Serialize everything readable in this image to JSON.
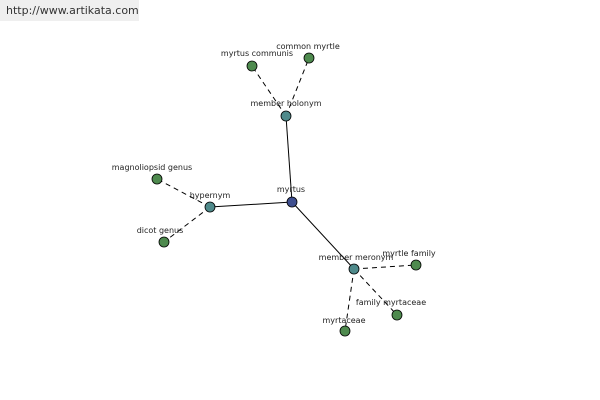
{
  "banner": {
    "url": "http://www.artikata.com"
  },
  "colors": {
    "center_node": "#3f4f8f",
    "relation_node": "#4f8a8b",
    "leaf_node": "#4e8a4e"
  },
  "graph": {
    "center": "myrtus",
    "relations": [
      {
        "name": "member holonym",
        "targets": [
          "myrtus communis",
          "common myrtle"
        ]
      },
      {
        "name": "hypernym",
        "targets": [
          "magnoliopsid genus",
          "dicot genus"
        ]
      },
      {
        "name": "member meronym",
        "targets": [
          "myrtle family",
          "family myrtaceae",
          "myrtaceae"
        ]
      }
    ]
  }
}
